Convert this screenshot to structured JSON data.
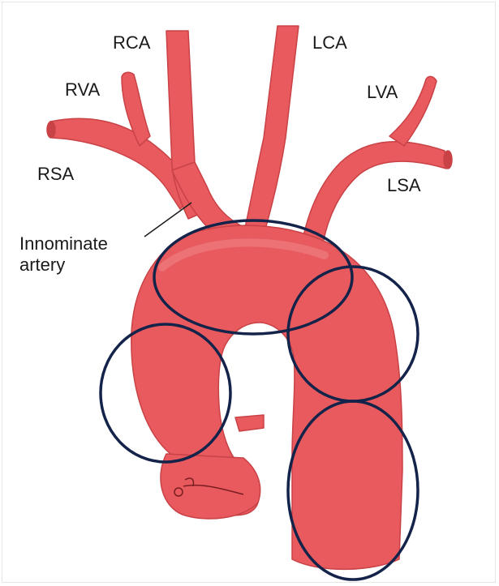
{
  "labels": {
    "rca": "RCA",
    "lca": "LCA",
    "rva": "RVA",
    "lva": "LVA",
    "rsa": "RSA",
    "lsa": "LSA",
    "innominate": "Innominate\nartery"
  },
  "colors": {
    "vessel_fill": "#e85a5e",
    "vessel_light": "#ee7a7d",
    "vessel_outline": "#c84246",
    "circle_stroke": "#14234a"
  }
}
